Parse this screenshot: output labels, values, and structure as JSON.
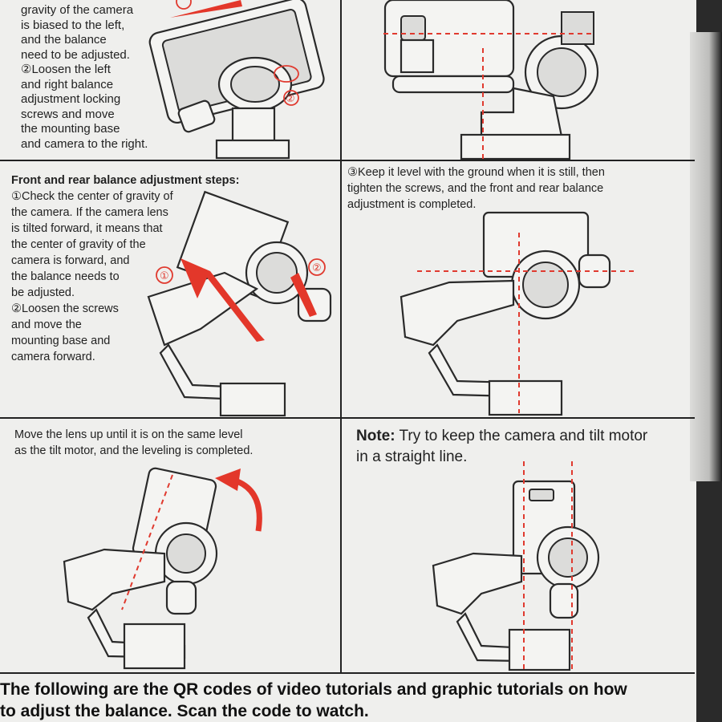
{
  "panel1": {
    "lines": [
      "gravity of the camera",
      "is biased to the left,",
      "and the balance",
      "need to be adjusted.",
      "②Loosen the left",
      "and right balance",
      "adjustment locking",
      "screws and move",
      "the mounting base",
      "and camera to the right."
    ]
  },
  "panel3": {
    "title": "Front and rear balance adjustment steps:",
    "lines": [
      "①Check the center of gravity of",
      "the camera. If the camera lens",
      "is tilted forward, it means that",
      "the center of gravity of the",
      "camera is forward, and",
      "the balance needs to",
      "be adjusted.",
      "②Loosen the screws",
      "and move the",
      "mounting base and",
      "camera forward."
    ]
  },
  "panel4": {
    "lines": [
      "③Keep it level with the ground when it is still, then",
      "tighten the screws, and the front and rear balance",
      "adjustment is completed."
    ]
  },
  "panel5": {
    "lines": [
      "Move the lens up until it is on the same level",
      "as the tilt motor, and the leveling is completed."
    ]
  },
  "panel6": {
    "note_label": "Note:",
    "line1": "Try to keep the camera and tilt motor",
    "line2": "in a straight line."
  },
  "markers": {
    "one": "①",
    "two": "②"
  },
  "bottom": {
    "line1": "The following are the QR codes of video tutorials and graphic tutorials on how",
    "line2": "to adjust the balance. Scan the code to watch."
  },
  "colors": {
    "paper": "#efefed",
    "accent": "#e3372a",
    "ink": "#222222"
  }
}
